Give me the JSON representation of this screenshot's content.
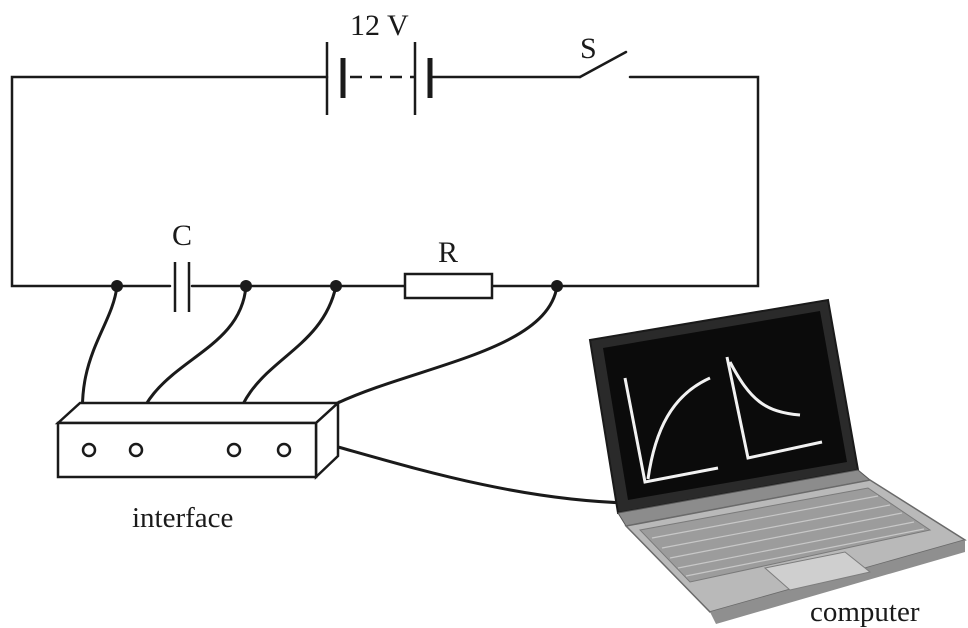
{
  "labels": {
    "battery": "12 V",
    "switch": "S",
    "capacitor": "C",
    "resistor": "R",
    "interface": "interface",
    "computer": "computer"
  },
  "colors": {
    "ink": "#1a1a1a",
    "screen": "#0b0b0b",
    "trace": "#f2f2f2",
    "laptop_body": "#b9b9b9"
  }
}
